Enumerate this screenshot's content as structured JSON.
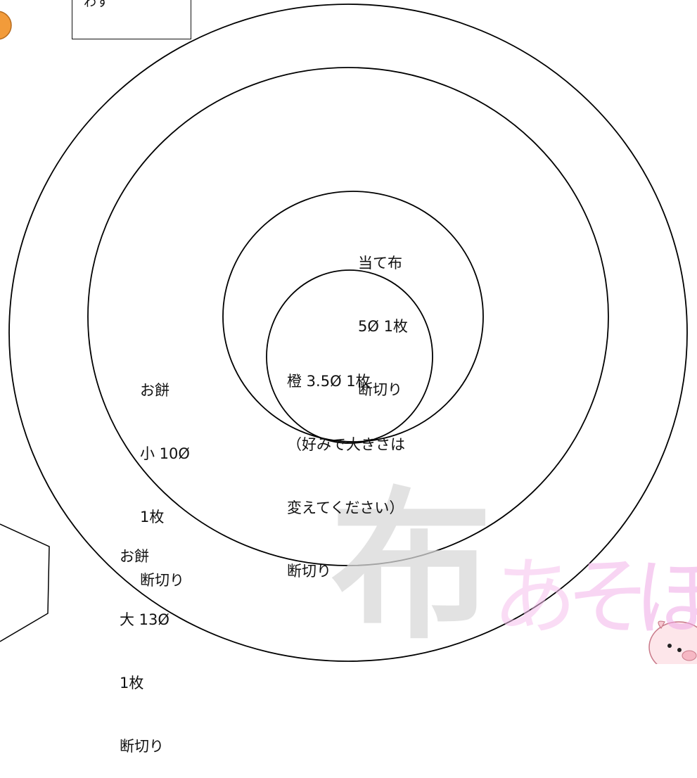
{
  "note_box": {
    "text": "わす"
  },
  "labels": {
    "atenuno": [
      "当て布",
      "5Ø 1枚",
      "断切り"
    ],
    "dai": [
      "橙 3.5Ø 1枚",
      "（好みで大きさは",
      "変えてください）",
      "断切り"
    ],
    "omochi_small": [
      "お餅",
      "小 10Ø",
      "1枚",
      "断切り"
    ],
    "omochi_large": [
      "お餅",
      "大 13Ø",
      "1枚",
      "断切り"
    ]
  },
  "watermark": {
    "kanji": "布",
    "kana": [
      "あ",
      "そ",
      "ぼ"
    ],
    "colors": {
      "kanji": "#d0d0d0",
      "kana": "#f3b6ea",
      "accent": "#f29b3a"
    }
  }
}
